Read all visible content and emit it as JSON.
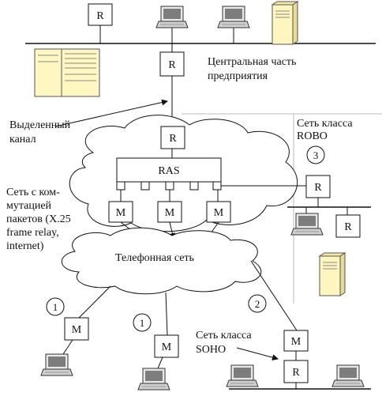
{
  "labels": {
    "router": "R",
    "modem": "M",
    "ras": "RAS",
    "central_part_line1": "Центральная часть",
    "central_part_line2": "предприятия",
    "leased_line_1": "Выделенный",
    "leased_line_2": "канал",
    "robo_line1": "Сеть класса",
    "robo_line2": "ROBO",
    "packet_net_1": "Сеть с ком-",
    "packet_net_2": "мутацией",
    "packet_net_3": "пакетов (X.25",
    "packet_net_4": "frame relay,",
    "packet_net_5": "internet)",
    "phone_net": "Телефонная сеть",
    "soho_line1": "Сеть класса",
    "soho_line2": "SOHO",
    "num_1a": "1",
    "num_1b": "1",
    "num_2": "2",
    "num_3": "3"
  },
  "colors": {
    "line": "#111111",
    "divider": "#bbbbbb",
    "server_fill": "#fff7c2",
    "screen_fill": "#8a8a8a",
    "laptop_body": "#d8d8d8"
  }
}
